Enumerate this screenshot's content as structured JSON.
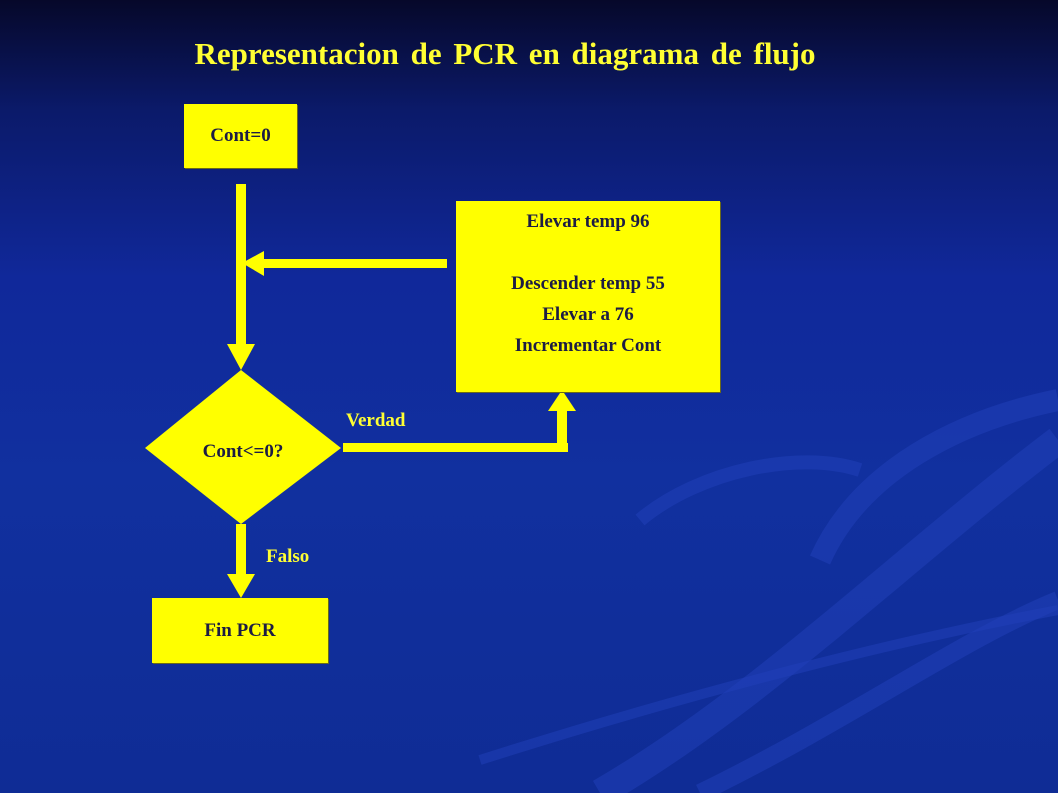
{
  "title": "Representacion de PCR en diagrama de flujo",
  "colors": {
    "background": "#10289a",
    "shape_fill": "#ffff00",
    "arrow": "#ffff00",
    "title_text": "#ffff33",
    "shape_text": "#1c1c44"
  },
  "nodes": {
    "start": {
      "text": "Cont=0"
    },
    "decision": {
      "text": "Cont<=0?"
    },
    "process": {
      "lines": [
        "Elevar temp 96",
        "Descender temp 55",
        "Elevar a 76",
        "Incrementar Cont"
      ]
    },
    "end": {
      "text": "Fin PCR"
    }
  },
  "edges": {
    "true_label": "Verdad",
    "false_label": "Falso"
  }
}
